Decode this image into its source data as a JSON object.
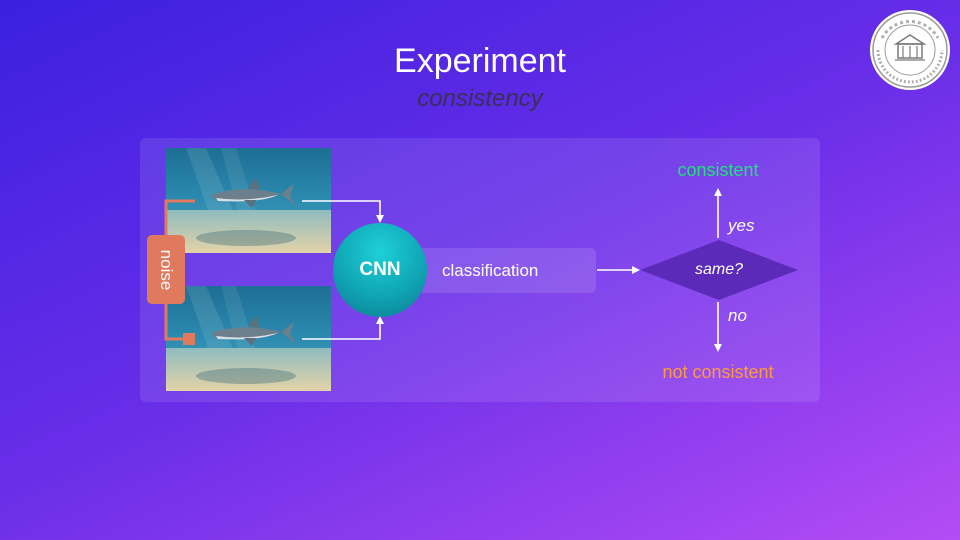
{
  "slide": {
    "title": "Experiment",
    "subtitle": "consistency"
  },
  "diagram": {
    "noise_label": "noise",
    "model_label": "CNN",
    "output_label": "classification",
    "decision_label": "same?",
    "yes_label": "yes",
    "no_label": "no",
    "result_yes": "consistent",
    "result_no": "not consistent"
  },
  "colors": {
    "result_yes": "#22e07a",
    "result_no": "#ff9a3c",
    "noise": "#e07a5f",
    "model": "#10a5b5",
    "decision": "#5b2ab8"
  },
  "icons": {
    "logo": "university-seal-icon"
  }
}
